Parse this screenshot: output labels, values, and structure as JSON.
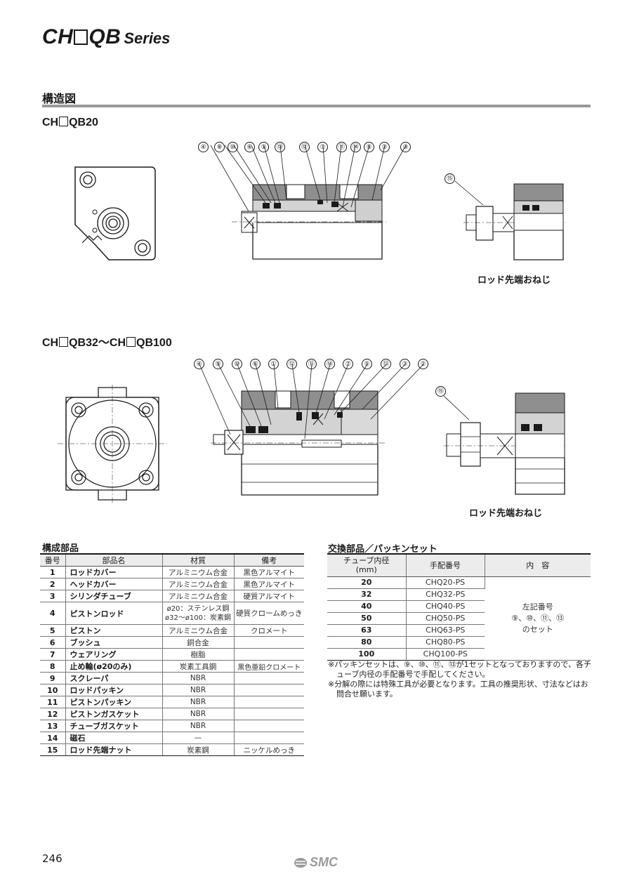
{
  "header": {
    "series_prefix": "CH",
    "series_suffix": "QB",
    "series_word": "Series"
  },
  "section": {
    "title": "構造図"
  },
  "model1": {
    "prefix": "CH",
    "suffix": "QB20"
  },
  "model2": {
    "part1_prefix": "CH",
    "part1_suffix": "QB32",
    "tilde": "〜",
    "part2_prefix": "CH",
    "part2_suffix": "QB100"
  },
  "callouts1": [
    "④",
    "⑧",
    "⑩",
    "⑥",
    "①",
    "⑬",
    "⑫",
    "⑦",
    "⑪",
    "⑭",
    "⑤",
    "②",
    "③"
  ],
  "callouts2": [
    "④",
    "⑨",
    "⑩",
    "⑥",
    "①",
    "⑫",
    "⑪",
    "⑭",
    "⑦",
    "⑤",
    "⑬",
    "③",
    "②"
  ],
  "rod_callout": "⑮",
  "rod_caption": "ロッド先端おねじ",
  "parts_table": {
    "title": "構成部品",
    "headers": [
      "番号",
      "部品名",
      "材質",
      "備考"
    ],
    "rows": [
      {
        "no": "1",
        "name": "ロッドカバー",
        "material": "アルミニウム合金",
        "note": "黒色アルマイト"
      },
      {
        "no": "2",
        "name": "ヘッドカバー",
        "material": "アルミニウム合金",
        "note": "黒色アルマイト"
      },
      {
        "no": "3",
        "name": "シリンダチューブ",
        "material": "アルミニウム合金",
        "note": "硬質アルマイト"
      },
      {
        "no": "4",
        "name": "ピストンロッド",
        "material": "ø20：ステンレス鋼",
        "material2": "ø32〜ø100：炭素鋼",
        "note": "硬質クロームめっき"
      },
      {
        "no": "5",
        "name": "ピストン",
        "material": "アルミニウム合金",
        "note": "クロメート"
      },
      {
        "no": "6",
        "name": "ブッシュ",
        "material": "銅合金",
        "note": ""
      },
      {
        "no": "7",
        "name": "ウェアリング",
        "material": "樹脂",
        "note": ""
      },
      {
        "no": "8",
        "name": "止め輪(ø20のみ)",
        "material": "炭素工具鋼",
        "note": "黒色亜鉛クロメート"
      },
      {
        "no": "9",
        "name": "スクレーパ",
        "material": "NBR",
        "note": ""
      },
      {
        "no": "10",
        "name": "ロッドパッキン",
        "material": "NBR",
        "note": ""
      },
      {
        "no": "11",
        "name": "ピストンパッキン",
        "material": "NBR",
        "note": ""
      },
      {
        "no": "12",
        "name": "ピストンガスケット",
        "material": "NBR",
        "note": ""
      },
      {
        "no": "13",
        "name": "チューブガスケット",
        "material": "NBR",
        "note": ""
      },
      {
        "no": "14",
        "name": "磁石",
        "material": "—",
        "note": ""
      },
      {
        "no": "15",
        "name": "ロッド先端ナット",
        "material": "炭素鋼",
        "note": "ニッケルめっき"
      }
    ]
  },
  "seal_table": {
    "title": "交換部品／パッキンセット",
    "headers": [
      "チューブ内径",
      "(mm)",
      "手配番号",
      "内　容"
    ],
    "rows": [
      {
        "bore": "20",
        "part_no": "CHQ20-PS"
      },
      {
        "bore": "32",
        "part_no": "CHQ32-PS"
      },
      {
        "bore": "40",
        "part_no": "CHQ40-PS"
      },
      {
        "bore": "50",
        "part_no": "CHQ50-PS"
      },
      {
        "bore": "63",
        "part_no": "CHQ63-PS"
      },
      {
        "bore": "80",
        "part_no": "CHQ80-PS"
      },
      {
        "bore": "100",
        "part_no": "CHQ100-PS"
      }
    ],
    "content_line1": "左記番号",
    "content_line2": "⑨、⑩、⑪、⑬",
    "content_line3": "のセット"
  },
  "notes": [
    "※パッキンセットは、⑨、⑩、⑪、⑬が1セットとなっておりますので、各チューブ内径の手配番号で手配してください。",
    "※分解の際には特殊工具が必要となります。工具の推奨形状、寸法などはお問合せ願います。"
  ],
  "footer": {
    "page": "246",
    "logo": "SMC"
  }
}
